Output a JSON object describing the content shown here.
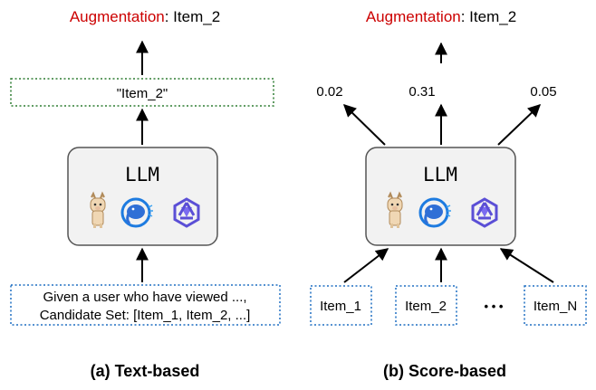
{
  "left": {
    "output_prefix": "Augmentation",
    "output_suffix": ": Item_2",
    "result_box": "\"Item_2\"",
    "model_label": "LLM",
    "prompt_line1": "Given a user who have viewed ...,",
    "prompt_line2": "Candidate Set: [Item_1, Item_2, ...]",
    "caption": "(a) Text-based"
  },
  "right": {
    "output_prefix": "Augmentation",
    "output_suffix": ": Item_2",
    "model_label": "LLM",
    "scores": [
      "0.02",
      "0.31",
      "0.05"
    ],
    "items": [
      "Item_1",
      "Item_2",
      "Item_N"
    ],
    "ellipsis": "• • •",
    "caption": "(b) Score-based"
  },
  "colors": {
    "augmentation_red": "#cc0000",
    "dotted_green": "#2e7d32",
    "dotted_blue": "#1e6fc2",
    "llm_box_fill": "#f2f2f2",
    "llm_box_stroke": "#555555"
  },
  "icons": [
    "llama-icon",
    "elephant-icon",
    "qwen-icon"
  ]
}
